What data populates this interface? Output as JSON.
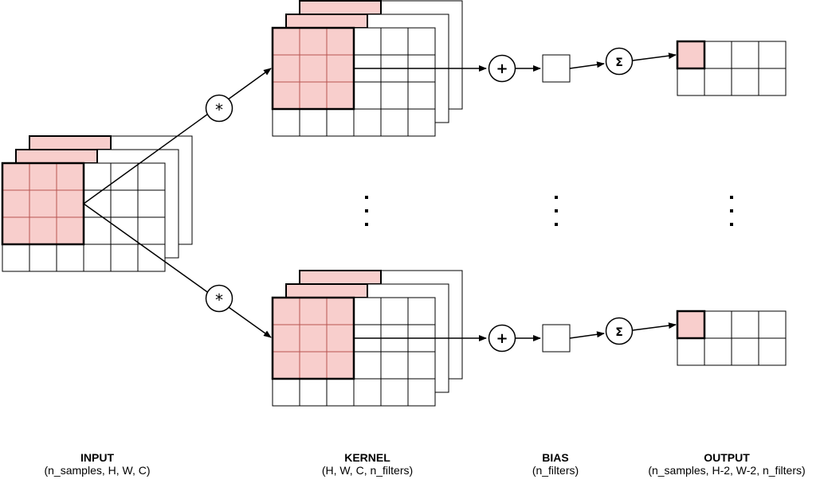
{
  "diagram": {
    "colors": {
      "background": "#ffffff",
      "stroke": "#000000",
      "highlight_fill": "#f8cecc",
      "highlight_grid": "#b85450",
      "grid": "#000000"
    },
    "operators": {
      "convolve": "*",
      "add": "+",
      "sum": "Σ"
    },
    "ellipsis": "⋮",
    "labels": {
      "input": {
        "title": "INPUT",
        "shape": "(n_samples, H, W, C)"
      },
      "kernel": {
        "title": "KERNEL",
        "shape": "(H, W, C, n_filters)"
      },
      "bias": {
        "title": "BIAS",
        "shape": "(n_filters)"
      },
      "output": {
        "title": "OUTPUT",
        "shape": "(n_samples, H-2, W-2, n_filters)"
      }
    }
  }
}
